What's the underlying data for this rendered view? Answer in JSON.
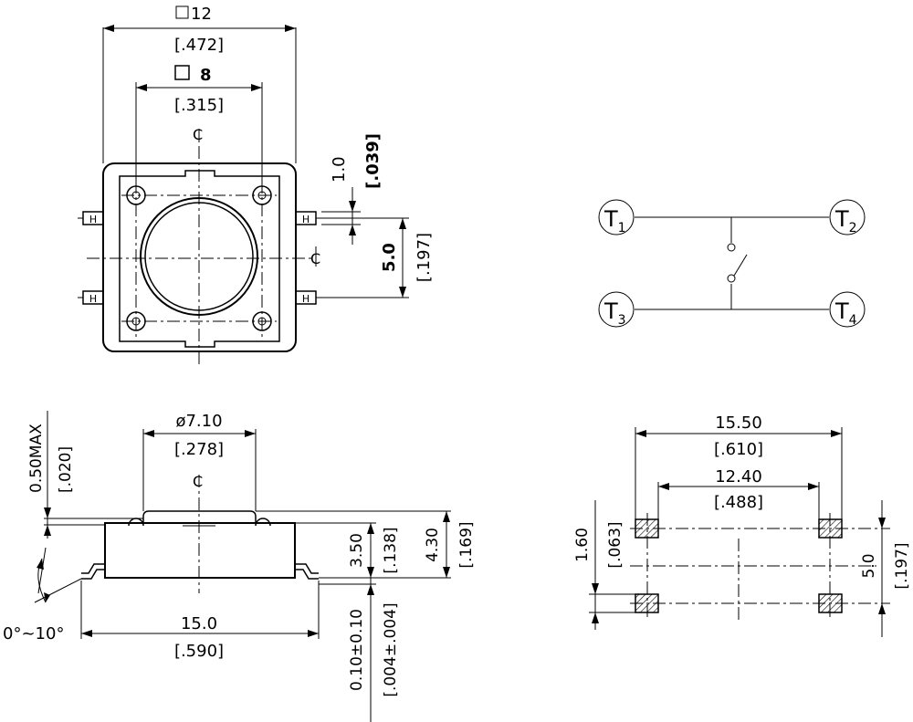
{
  "top_view": {
    "outer_width_mm": "12",
    "outer_width_in": "[.472]",
    "hole_pitch_mm": "8",
    "hole_pitch_in": "[.315]",
    "center_mark": "C",
    "lead_width_mm": "1.0",
    "lead_width_in": "[.039]",
    "lead_pitch_mm": "5.0",
    "lead_pitch_in": "[.197]",
    "lead_mark": "H"
  },
  "schematic": {
    "terminals": [
      {
        "letter": "T",
        "index": "1"
      },
      {
        "letter": "T",
        "index": "2"
      },
      {
        "letter": "T",
        "index": "3"
      },
      {
        "letter": "T",
        "index": "4"
      }
    ]
  },
  "side_view": {
    "plunger_dia_mm": "ø7.10",
    "plunger_dia_in": "[.278]",
    "center_mark": "C",
    "tilt_mm": "0.50MAX",
    "tilt_in": "[.020]",
    "body_height_mm": "3.50",
    "body_height_in": "[.138]",
    "total_height_mm": "4.30",
    "total_height_in": "[.169]",
    "lead_angle": "0°~10°",
    "lead_span_mm": "15.0",
    "lead_span_in": "[.590]",
    "standoff_mm": "0.10±0.10",
    "standoff_in": "[.004±.004]"
  },
  "footprint": {
    "outer_span_mm": "15.50",
    "outer_span_in": "[.610]",
    "inner_span_mm": "12.40",
    "inner_span_in": "[.488]",
    "pad_height_mm": "1.60",
    "pad_height_in": "[.063]",
    "pad_pitch_mm": "5.0",
    "pad_pitch_in": "[.197]"
  }
}
